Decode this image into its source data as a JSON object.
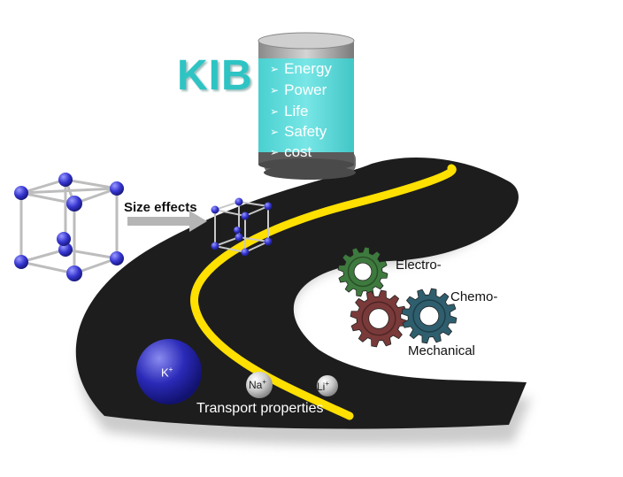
{
  "battery": {
    "title": "KIB",
    "features": [
      "Energy",
      "Power",
      "Life",
      "Safety",
      "cost"
    ],
    "feature_marker": "➢"
  },
  "lattice": {
    "size_label": "Size effects"
  },
  "mechanics": {
    "labels": [
      "Electro-",
      "Chemo-",
      "Mechanical"
    ]
  },
  "ions": [
    {
      "symbol": "K",
      "charge": "+"
    },
    {
      "symbol": "Na",
      "charge": "+"
    },
    {
      "symbol": "Li",
      "charge": "+"
    }
  ],
  "transport": {
    "label": "Transport properties"
  },
  "colors": {
    "kib_accent": "#2ec4c4",
    "battery_body": "#5fdede",
    "road": "#1d1d1d",
    "road_line": "#ffe000",
    "gear_green": "#3e7a3e",
    "gear_red": "#7a3a3a",
    "gear_teal": "#2f5f6e",
    "atom_blue": "#3a3ad8"
  }
}
